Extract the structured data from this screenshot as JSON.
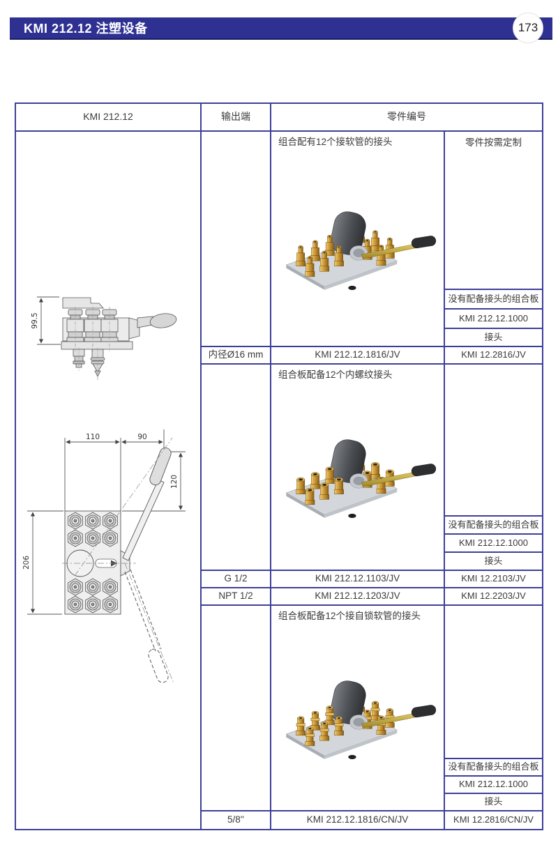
{
  "header": {
    "title": "KMI 212.12 注塑设备",
    "page_number": "173"
  },
  "colors": {
    "accent": "#2e3192",
    "border": "#3c3f99",
    "text": "#3a3a3a"
  },
  "table": {
    "columns": {
      "product": "KMI 212.12",
      "output": "输出端",
      "part_number": "零件编号"
    },
    "custom_note": "零件按需定制",
    "sections": [
      {
        "description": "组合配有12个接软管的接头",
        "photo": "manifold-with-hose-fittings",
        "side_labels": [
          "没有配备接头的组合板",
          "KMI 212.12.1000",
          "接头"
        ],
        "rows": [
          {
            "output": "内径Ø16 mm",
            "part": "KMI 212.12.1816/JV",
            "fitting": "KMI 12.2816/JV"
          }
        ]
      },
      {
        "description": "组合板配备12个内螺纹接头",
        "photo": "manifold-with-internal-thread-fittings",
        "side_labels": [
          "没有配备接头的组合板",
          "KMI 212.12.1000",
          "接头"
        ],
        "rows": [
          {
            "output": "G 1/2",
            "part": "KMI 212.12.1103/JV",
            "fitting": "KMI 12.2103/JV"
          },
          {
            "output": "NPT 1/2",
            "part": "KMI 212.12.1203/JV",
            "fitting": "KMI 12.2203/JV"
          }
        ]
      },
      {
        "description": "组合板配备12个接自锁软管的接头",
        "photo": "manifold-with-self-locking-hose-fittings",
        "side_labels": [
          "没有配备接头的组合板",
          "KMI 212.12.1000",
          "接头"
        ],
        "rows": [
          {
            "output": "5/8''",
            "part": "KMI 212.12.1816/CN/JV",
            "fitting": "KMI 12.2816/CN/JV"
          }
        ]
      }
    ],
    "drawings": {
      "side_view": {
        "height": "99.5"
      },
      "top_view": {
        "width": "110",
        "lever_offset": "90",
        "lever_length": "120",
        "plate_height": "206"
      }
    }
  }
}
